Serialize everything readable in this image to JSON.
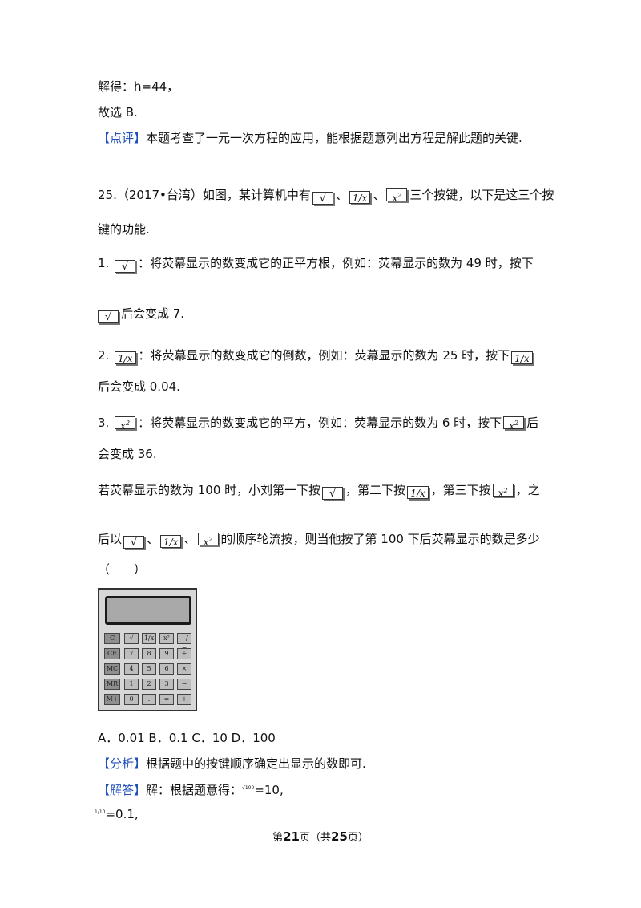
{
  "lines": {
    "l1": "解得：h=44，",
    "l2": "故选 B.",
    "l3_tag": "【点评】",
    "l3_text": "本题考查了一元一次方程的应用，能根据题意列出方程是解此题的关键.",
    "q_head": "25.（2017•台湾）如图，某计算机中有",
    "q_sep1": "、",
    "q_sep2": "、",
    "q_tail": "三个按键，以下是这三个按",
    "q_line2": "键的功能.",
    "i1_num": "1.",
    "i1_text": "：将荧幕显示的数变成它的正平方根，例如：荧幕显示的数为 49 时，按下",
    "i1_after": "后会变成 7.",
    "i2_num": "2.",
    "i2_text": "：将荧幕显示的数变成它的倒数，例如：荧幕显示的数为 25 时，按下",
    "i2_after": "后会变成 0.04.",
    "i3_num": "3.",
    "i3_text": "：将荧幕显示的数变成它的平方，例如：荧幕显示的数为 6 时，按下",
    "i3_tail": "后",
    "i3_after": "会变成 36.",
    "p1_a": "若荧幕显示的数为 100 时，小刘第一下按",
    "p1_b": "，第二下按",
    "p1_c": "，第三下按",
    "p1_d": "，之",
    "p2_a": "后以",
    "p2_sep1": "、",
    "p2_sep2": "、",
    "p2_b": "的顺序轮流按，则当他按了第 100 下后荧幕显示的数是多少",
    "p3": "（　　）",
    "options": "A．0.01 B．0.1  C．10   D．100",
    "a_tag": "【分析】",
    "a_text": "根据题中的按键顺序确定出显示的数即可.",
    "s_tag": "【解答】",
    "s_text1": "解：根据题意得：",
    "s_small": "√100",
    "s_text2": "=10,",
    "s_last_small": "1/10",
    "s_last": "=0.1,"
  },
  "keys": {
    "sqrt": "√",
    "recip": "1/x",
    "square_base": "x",
    "square_exp": "2"
  },
  "calculator": {
    "rows": [
      [
        "C",
        "√",
        "1/x",
        "x²",
        "+/−"
      ],
      [
        "CE",
        "7",
        "8",
        "9",
        "÷"
      ],
      [
        "MC",
        "4",
        "5",
        "6",
        "×"
      ],
      [
        "MR",
        "1",
        "2",
        "3",
        "−"
      ],
      [
        "M+",
        "0",
        ".",
        "=",
        "+"
      ]
    ]
  },
  "footer": {
    "pre": "第",
    "page": "21",
    "mid": "页（共",
    "total": "25",
    "post": "页）"
  },
  "colors": {
    "tag_blue": "#1f4fb8"
  }
}
